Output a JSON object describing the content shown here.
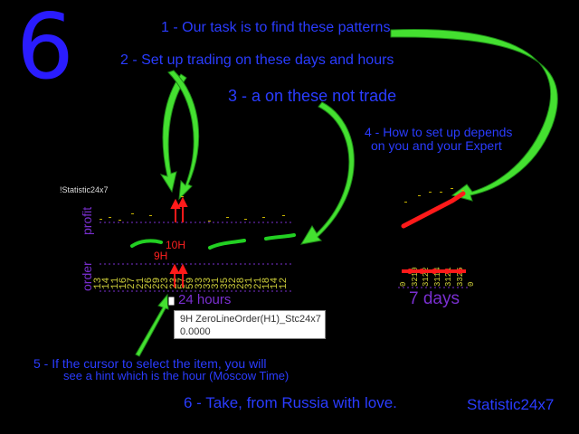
{
  "step_number": "6",
  "annotations": {
    "a1": "1 - Our task is to find these patterns",
    "a2": "2 - Set up trading on these days and hours",
    "a3": "3 - a on these not trade",
    "a4_line1": "4 - How to set up depends",
    "a4_line2": "on you and your Expert",
    "a5_line1": "5 - If the cursor to select the item, you will",
    "a5_line2": "see a hint which is the hour (Moscow Time)",
    "a6": "6 - Take, from Russia with love.",
    "brand": "Statistic24x7"
  },
  "indicator": {
    "title": "!Statistic24x7",
    "profit_label": "profit",
    "order_label": "order",
    "label_10h": "10H",
    "label_9h": "9H",
    "hours_label": "24 hours",
    "days_label": "7 days",
    "hour_values": [
      "13",
      "14",
      "11",
      "16",
      "27",
      "21",
      "26",
      "29",
      "23",
      "23",
      "57",
      "59",
      "33",
      "33",
      "31",
      "35",
      "32",
      "28",
      "31",
      "21",
      "18",
      "14",
      "12"
    ],
    "day_values": [
      "0",
      "3210",
      "3122",
      "3114",
      "3121",
      "3325",
      "0"
    ]
  },
  "tooltip": {
    "line1": "9H ZeroLineOrder(H1)_Stc24x7",
    "line2": "0.0000"
  },
  "colors": {
    "annotation_blue": "#2a3cff",
    "arrow_green": "#44e030",
    "highlight_red": "#ff1a1a",
    "label_purple": "#7a2fd0",
    "value_yellow": "#cfcf3a"
  },
  "icons": [
    "arrow-icon",
    "cursor-icon"
  ]
}
